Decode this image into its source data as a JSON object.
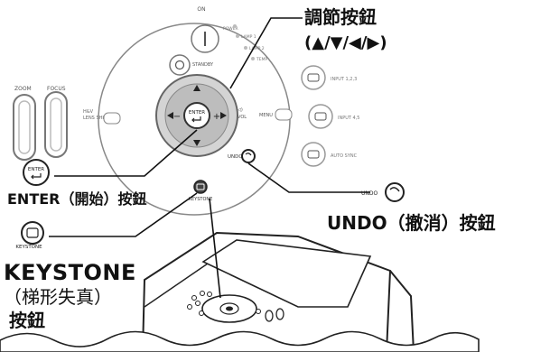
{
  "callouts": {
    "adjust_label": "調節按鈕",
    "adjust_arrows": "(▲/▼/◀/▶)",
    "enter_label": "ENTER（開始）按鈕",
    "undo_label": "UNDO（撤消）按鈕",
    "keystone_label": "KEYSTONE",
    "keystone_sub": "（梯形失真）",
    "keystone_btn": "按鈕"
  },
  "remote": {
    "on": "ON",
    "standby": "STANDBY",
    "power": "POWER",
    "lamp1": "LAMP 1",
    "lamp2": "LAMP 2",
    "temp": "TEMP",
    "zoom": "ZOOM",
    "focus": "FOCUS",
    "hv": "H&V",
    "lens_shift": "LENS SHIFT",
    "enter": "ENTER",
    "menu": "MENU",
    "vol": "VOL",
    "input123": "INPUT 1,2,3",
    "input45": "INPUT 4,5",
    "auto_sync": "AUTO SYNC",
    "undo": "UNDO",
    "keystone": "KEYSTONE"
  },
  "icons": {
    "enter_small": "ENTER",
    "keystone_small": "KEYSTONE",
    "undo_small": "UNDO"
  }
}
